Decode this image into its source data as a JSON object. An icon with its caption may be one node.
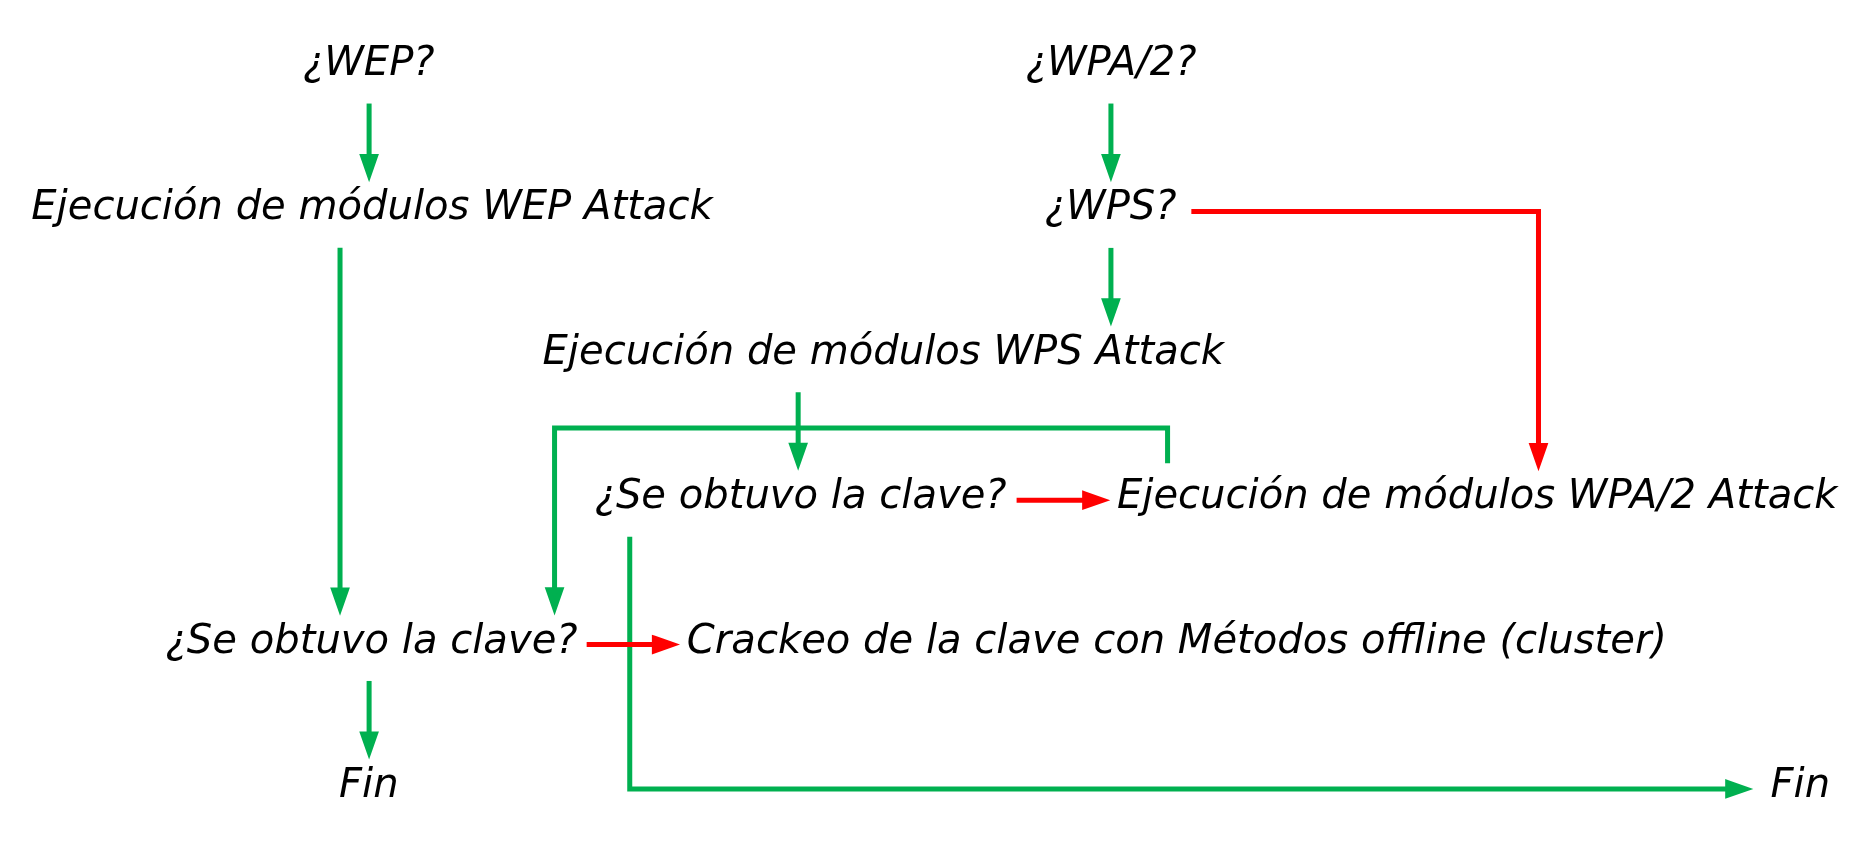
{
  "diagram": {
    "nodes": [
      {
        "text": [
          "¿WEP?"
        ]
      },
      {
        "text": [
          "¿WPA/2?"
        ]
      },
      {
        "text": [
          "Ejecución de módulos WEP Attack"
        ]
      },
      {
        "text": [
          "¿WPS?"
        ]
      },
      {
        "text": [
          "Ejecución de módulos WPS Attack"
        ]
      },
      {
        "text": [
          "¿Se obtuvo la clave?"
        ]
      },
      {
        "text": [
          "Ejecución de módulos WPA/2 Attack"
        ]
      },
      {
        "text": [
          "¿Se obtuvo la clave?"
        ]
      },
      {
        "text": [
          "Crackeo de la clave con Métodos offline (cluster)"
        ]
      },
      {
        "text": [
          "Fin"
        ]
      },
      {
        "text": [
          "Fin"
        ]
      }
    ],
    "edges": [
      {
        "from": 0,
        "to": 2,
        "arrow": "to"
      },
      {
        "from": 1,
        "to": 3,
        "arrow": "to"
      },
      {
        "from": 3,
        "to": 4,
        "arrow": "to"
      },
      {
        "from": 3,
        "to": 6,
        "arrow": "to",
        "color": "#ff0000"
      },
      {
        "from": 4,
        "to": 5,
        "arrow": "to"
      },
      {
        "from": 5,
        "to": 6,
        "arrow": "to",
        "color": "#ff0000"
      },
      {
        "from": 2,
        "to": 7,
        "arrow": "to"
      },
      {
        "from": 5,
        "to": 9,
        "arrow": "to"
      },
      {
        "from": 6,
        "to": 7,
        "arrow": "to"
      },
      {
        "from": 7,
        "to": 8,
        "arrow": "to",
        "color": "#ff0000"
      },
      {
        "from": 7,
        "to": 10,
        "arrow": "to"
      }
    ]
  }
}
